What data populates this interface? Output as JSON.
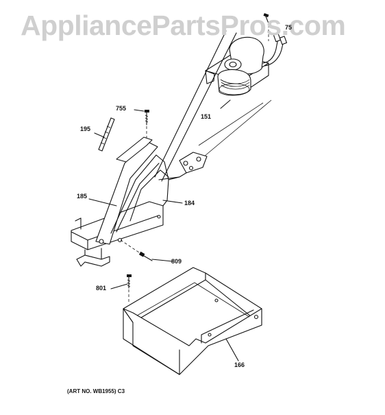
{
  "watermark": "AppliancePartsPros.com",
  "callouts": {
    "p755": "755",
    "p195": "195",
    "p151": "151",
    "p185": "185",
    "p184": "184",
    "p809": "809",
    "p801": "801",
    "p166": "166",
    "p75": "75"
  },
  "caption": "(ART NO. WB1955) C3"
}
